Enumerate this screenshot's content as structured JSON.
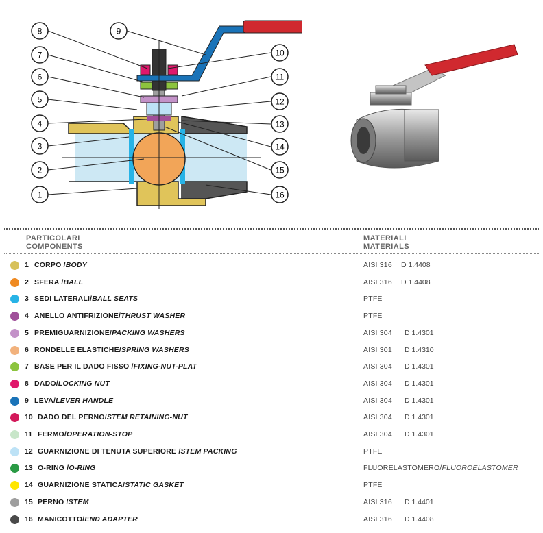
{
  "callouts": [
    "1",
    "2",
    "3",
    "4",
    "5",
    "6",
    "7",
    "8",
    "9",
    "10",
    "11",
    "12",
    "13",
    "14",
    "15",
    "16"
  ],
  "header": {
    "left_it": "PARTICOLARI",
    "left_en": "COMPONENTS",
    "right_it": "MATERIALI",
    "right_en": "MATERIALS"
  },
  "components": [
    {
      "num": "1",
      "it": "CORPO /",
      "en": "BODY",
      "material": "AISI 316",
      "code": "D 1.4408",
      "color": "#d7c15a"
    },
    {
      "num": "2",
      "it": "SFERA /",
      "en": "BALL",
      "material": "AISI 316",
      "code": "D 1.4408",
      "color": "#ef8a22"
    },
    {
      "num": "3",
      "it": "SEDI LATERALI/",
      "en": "BALL SEATS",
      "material": "PTFE",
      "code": "",
      "color": "#27b3e6"
    },
    {
      "num": "4",
      "it": "ANELLO ANTIFRIZIONE/",
      "en": "THRUST WASHER",
      "material": "PTFE",
      "code": "",
      "color": "#a0509a"
    },
    {
      "num": "5",
      "it": "PREMIGUARNIZIONE/",
      "en": "PACKING WASHERS",
      "material": "AISI 304",
      "code": "D 1.4301",
      "color": "#c392c8"
    },
    {
      "num": "6",
      "it": "RONDELLE ELASTICHE/",
      "en": "SPRING WASHERS",
      "material": "AISI 301",
      "code": "D 1.4310",
      "color": "#f2b27d"
    },
    {
      "num": "7",
      "it": "BASE PER IL DADO FISSO /",
      "en": "FIXING-NUT-PLAT",
      "material": "AISI 304",
      "code": "D 1.4301",
      "color": "#8cc43e"
    },
    {
      "num": "8",
      "it": "DADO/",
      "en": "LOCKING NUT",
      "material": "AISI 304",
      "code": "D 1.4301",
      "color": "#e0186c"
    },
    {
      "num": "9",
      "it": "LEVA/",
      "en": "LEVER HANDLE",
      "material": "AISI 304",
      "code": "D 1.4301",
      "color": "#1a73b8"
    },
    {
      "num": "10",
      "it": "DADO DEL PERNO/",
      "en": "STEM RETAINING-NUT",
      "material": "AISI 304",
      "code": "D 1.4301",
      "color": "#d3195a"
    },
    {
      "num": "11",
      "it": "FERMO/",
      "en": "OPERATION-STOP",
      "material": "AISI 304",
      "code": "D 1.4301",
      "color": "#c8e6c9"
    },
    {
      "num": "12",
      "it": "GUARNIZIONE DI TENUTA SUPERIORE /",
      "en": "STEM PACKING",
      "material": "PTFE",
      "code": "",
      "color": "#bde2f6"
    },
    {
      "num": "13",
      "it": "O-RING /",
      "en": "O-RING",
      "material": "FLUORELASTOMERO/",
      "material_en": "FLUOROELASTOMER",
      "code": "",
      "color": "#2a9a45"
    },
    {
      "num": "14",
      "it": "GUARNIZIONE STATICA/",
      "en": "STATIC GASKET",
      "material": "PTFE",
      "code": "",
      "color": "#ffe600"
    },
    {
      "num": "15",
      "it": "PERNO /",
      "en": "STEM",
      "material": "AISI 316",
      "code": "D 1.4401",
      "color": "#9e9e9e"
    },
    {
      "num": "16",
      "it": "MANICOTTO/",
      "en": "END ADAPTER",
      "material": "AISI 316",
      "code": "D 1.4408",
      "color": "#4a4a4a"
    }
  ]
}
